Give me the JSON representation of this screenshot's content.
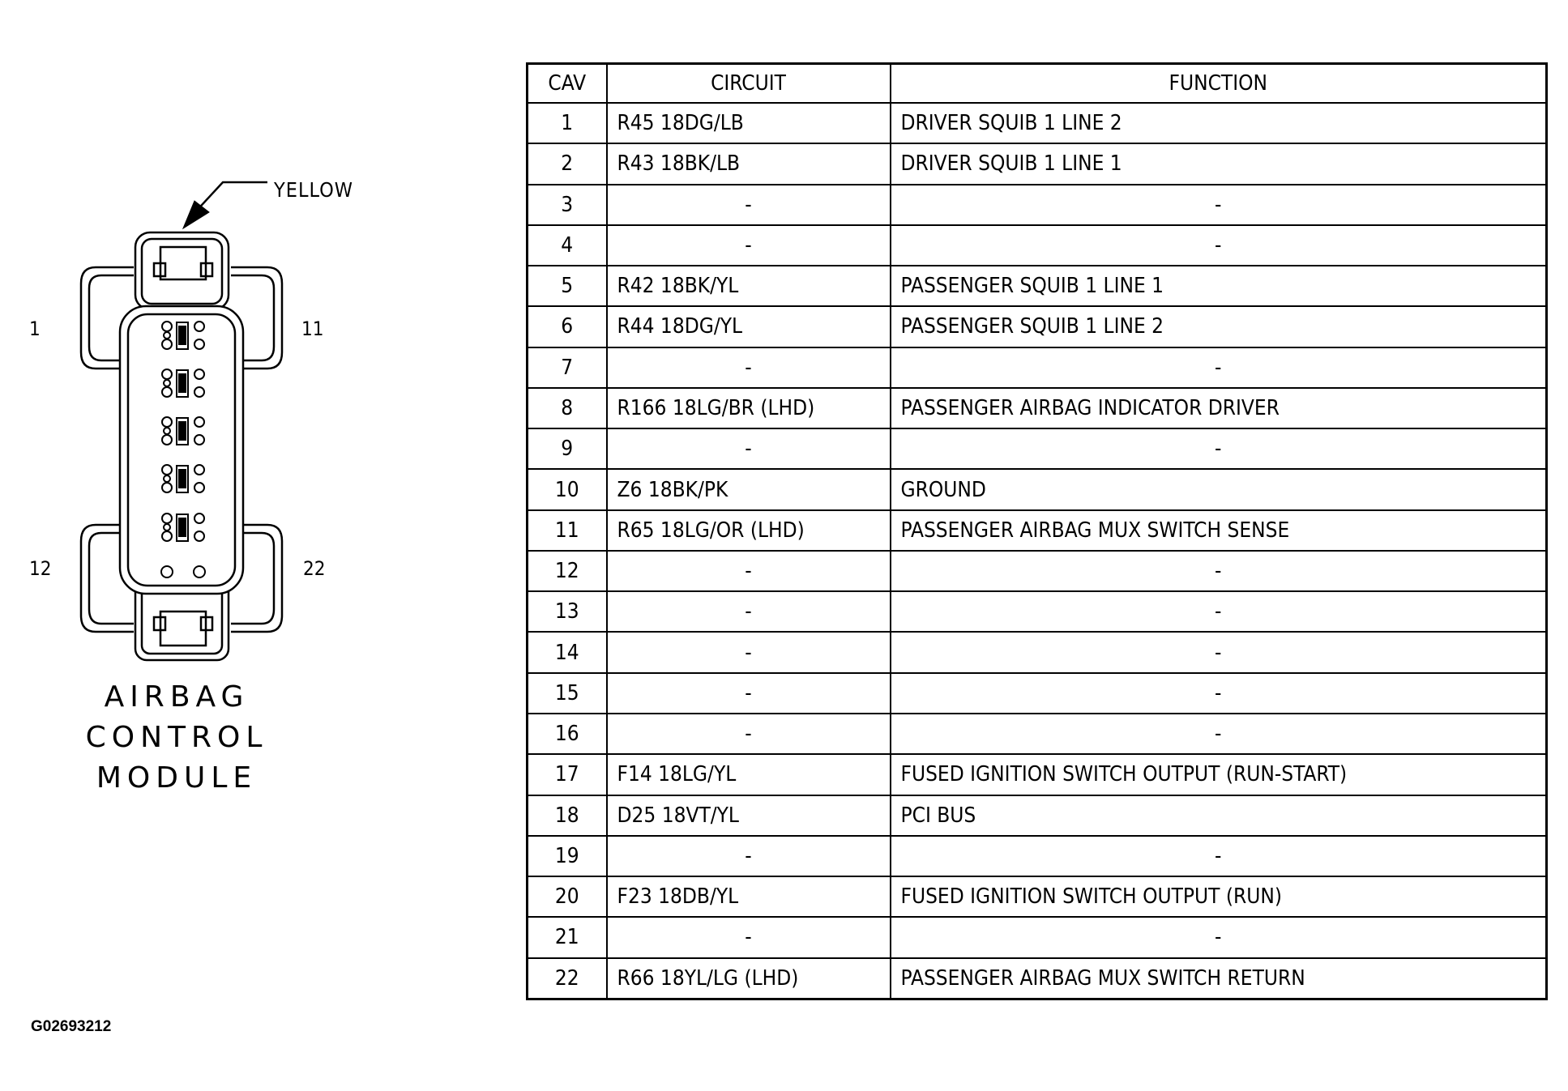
{
  "diagram": {
    "callout": "YELLOW",
    "pin_labels": {
      "top_left": "1",
      "top_right": "11",
      "bottom_left": "12",
      "bottom_right": "22"
    },
    "module_label": [
      "AIRBAG",
      "CONTROL",
      "MODULE"
    ],
    "figure_id": "G02693212"
  },
  "table": {
    "headers": {
      "cav": "CAV",
      "circuit": "CIRCUIT",
      "function": "FUNCTION"
    },
    "rows": [
      {
        "cav": "1",
        "circuit": "R45 18DG/LB",
        "function": "DRIVER SQUIB 1 LINE 2"
      },
      {
        "cav": "2",
        "circuit": "R43 18BK/LB",
        "function": "DRIVER SQUIB 1 LINE 1"
      },
      {
        "cav": "3",
        "circuit": "-",
        "function": "-"
      },
      {
        "cav": "4",
        "circuit": "-",
        "function": "-"
      },
      {
        "cav": "5",
        "circuit": "R42 18BK/YL",
        "function": "PASSENGER SQUIB 1 LINE 1"
      },
      {
        "cav": "6",
        "circuit": "R44 18DG/YL",
        "function": "PASSENGER SQUIB 1 LINE 2"
      },
      {
        "cav": "7",
        "circuit": "-",
        "function": "-"
      },
      {
        "cav": "8",
        "circuit": "R166 18LG/BR (LHD)",
        "function": "PASSENGER AIRBAG INDICATOR DRIVER"
      },
      {
        "cav": "9",
        "circuit": "-",
        "function": "-"
      },
      {
        "cav": "10",
        "circuit": "Z6 18BK/PK",
        "function": "GROUND"
      },
      {
        "cav": "11",
        "circuit": "R65 18LG/OR (LHD)",
        "function": "PASSENGER AIRBAG MUX SWITCH SENSE"
      },
      {
        "cav": "12",
        "circuit": "-",
        "function": "-"
      },
      {
        "cav": "13",
        "circuit": "-",
        "function": "-"
      },
      {
        "cav": "14",
        "circuit": "-",
        "function": "-"
      },
      {
        "cav": "15",
        "circuit": "-",
        "function": "-"
      },
      {
        "cav": "16",
        "circuit": "-",
        "function": "-"
      },
      {
        "cav": "17",
        "circuit": "F14 18LG/YL",
        "function": "FUSED IGNITION SWITCH OUTPUT (RUN-START)"
      },
      {
        "cav": "18",
        "circuit": "D25 18VT/YL",
        "function": "PCI BUS"
      },
      {
        "cav": "19",
        "circuit": "-",
        "function": "-"
      },
      {
        "cav": "20",
        "circuit": "F23 18DB/YL",
        "function": "FUSED IGNITION SWITCH OUTPUT (RUN)"
      },
      {
        "cav": "21",
        "circuit": "-",
        "function": "-"
      },
      {
        "cav": "22",
        "circuit": "R66 18YL/LG (LHD)",
        "function": "PASSENGER AIRBAG MUX SWITCH RETURN"
      }
    ]
  }
}
